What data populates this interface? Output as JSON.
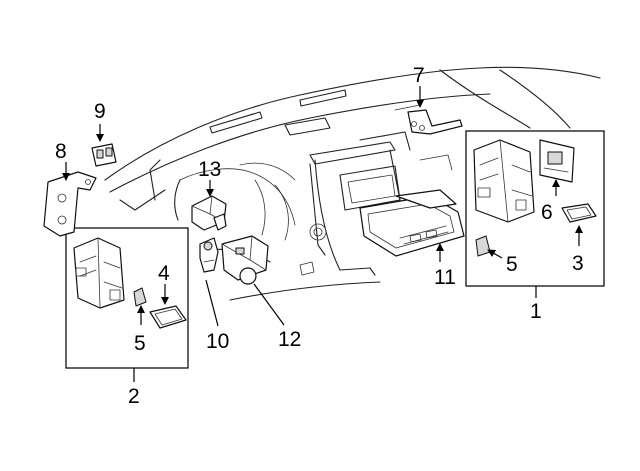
{
  "callouts": {
    "c1": "1",
    "c2": "2",
    "c3": "3",
    "c4": "4",
    "c5a": "5",
    "c5b": "5",
    "c6": "6",
    "c7": "7",
    "c8": "8",
    "c9": "9",
    "c10": "10",
    "c11": "11",
    "c12": "12",
    "c13": "13"
  },
  "colors": {
    "line": "#000000",
    "background": "#ffffff",
    "shade": "#d8d8d8"
  },
  "icons": [
    "arrow-icon"
  ]
}
